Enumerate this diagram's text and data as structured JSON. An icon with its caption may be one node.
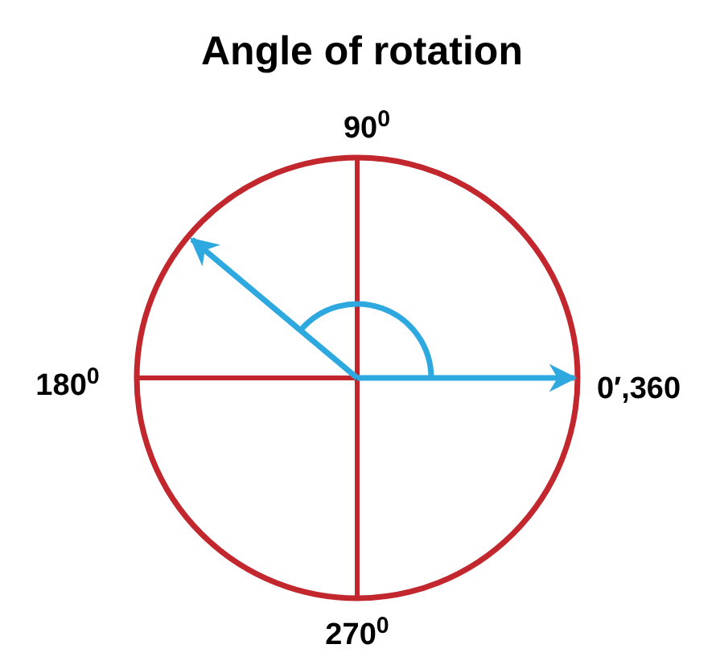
{
  "diagram": {
    "title": "Angle of rotation",
    "labels": [
      "90$^{0}$",
      "180$^{0}$",
      "270$^{0}$",
      "0′,360"
    ]
  }
}
